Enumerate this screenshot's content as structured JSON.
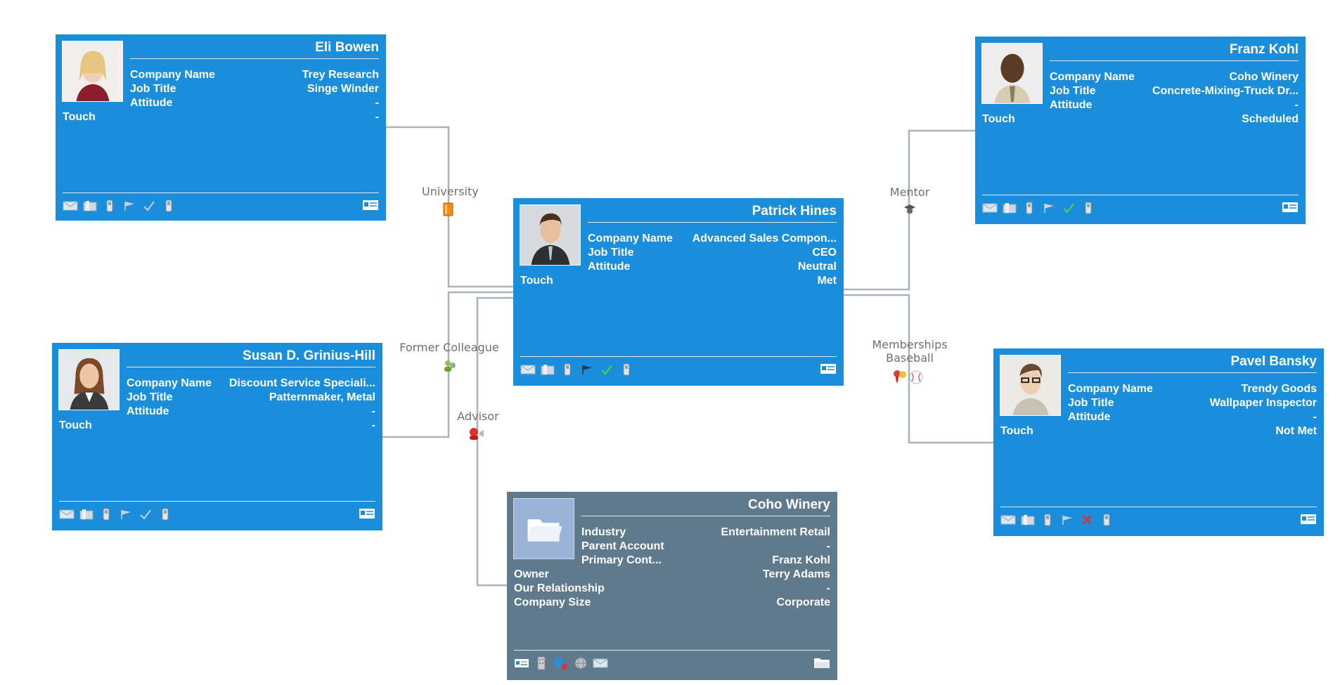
{
  "contacts": {
    "patrick": {
      "name": "Patrick Hines",
      "fields": [
        {
          "label": "Company Name",
          "value": "Advanced Sales Compon..."
        },
        {
          "label": "Job Title",
          "value": "CEO"
        },
        {
          "label": "Attitude",
          "value": "Neutral"
        }
      ],
      "touch": {
        "label": "Touch",
        "value": "Met"
      },
      "icons": [
        "email-icon",
        "phone-icon",
        "mobile-icon",
        "flag-icon",
        "check-icon",
        "mobile-icon"
      ]
    },
    "eli": {
      "name": "Eli Bowen",
      "fields": [
        {
          "label": "Company Name",
          "value": "Trey Research"
        },
        {
          "label": "Job Title",
          "value": "Singe Winder"
        },
        {
          "label": "Attitude",
          "value": "-"
        }
      ],
      "touch": {
        "label": "Touch",
        "value": "-"
      }
    },
    "franz": {
      "name": "Franz Kohl",
      "fields": [
        {
          "label": "Company Name",
          "value": "Coho Winery"
        },
        {
          "label": "Job Title",
          "value": "Concrete-Mixing-Truck Dr..."
        },
        {
          "label": "Attitude",
          "value": "-"
        }
      ],
      "touch": {
        "label": "Touch",
        "value": "Scheduled"
      }
    },
    "susan": {
      "name": "Susan D. Grinius-Hill",
      "fields": [
        {
          "label": "Company Name",
          "value": "Discount Service Speciali..."
        },
        {
          "label": "Job Title",
          "value": "Patternmaker, Metal"
        },
        {
          "label": "Attitude",
          "value": "-"
        }
      ],
      "touch": {
        "label": "Touch",
        "value": "-"
      }
    },
    "pavel": {
      "name": "Pavel Bansky",
      "fields": [
        {
          "label": "Company Name",
          "value": "Trendy Goods"
        },
        {
          "label": "Job Title",
          "value": "Wallpaper Inspector"
        },
        {
          "label": "Attitude",
          "value": "-"
        }
      ],
      "touch": {
        "label": "Touch",
        "value": "Not Met"
      }
    }
  },
  "account": {
    "name": "Coho Winery",
    "fields": [
      {
        "label": "Industry",
        "value": "Entertainment Retail"
      },
      {
        "label": "Parent Account",
        "value": "-"
      },
      {
        "label": "Primary Cont...",
        "value": "Franz Kohl"
      }
    ],
    "rows": [
      {
        "label": "Owner",
        "value": "Terry Adams"
      },
      {
        "label": "Our Relationship",
        "value": "-"
      },
      {
        "label": "Company Size",
        "value": "Corporate"
      }
    ]
  },
  "relationships": {
    "university": "University",
    "mentor": "Mentor",
    "former_colleague": "Former Colleague",
    "memberships_1": "Memberships",
    "memberships_2": "Baseball",
    "advisor": "Advisor"
  },
  "colors": {
    "contact_card": "#1a8ddb",
    "account_card": "#5f7a8c",
    "connector": "#a9b3bb",
    "label": "#707070"
  }
}
